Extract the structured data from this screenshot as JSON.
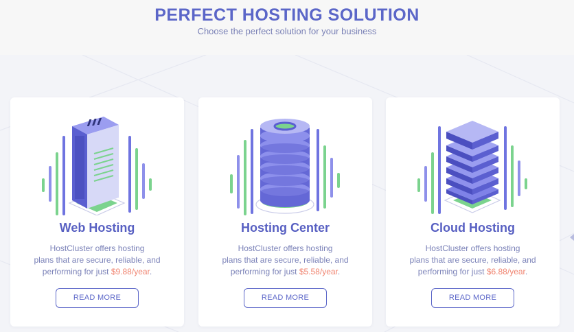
{
  "header": {
    "title": "PERFECT HOSTING SOLUTION",
    "subtitle": "Choose the perfect solution for your business"
  },
  "cards": [
    {
      "title": "Web Hosting",
      "desc_line1": "HostCluster offers hosting",
      "desc_line2": "plans that are secure, reliable, and",
      "desc_line3": "performing for just ",
      "price": "$9.88/year",
      "desc_end": ".",
      "button": "READ MORE",
      "icon": "server-tower-icon"
    },
    {
      "title": "Hosting Center",
      "desc_line1": "HostCluster offers hosting",
      "desc_line2": "plans that are secure, reliable, and",
      "desc_line3": "performing for just ",
      "price": "$5.58/year",
      "desc_end": ".",
      "button": "READ MORE",
      "icon": "database-cylinder-icon"
    },
    {
      "title": "Cloud Hosting",
      "desc_line1": "HostCluster offers hosting",
      "desc_line2": "plans that are secure, reliable, and",
      "desc_line3": "performing for just ",
      "price": "$6.88/year",
      "desc_end": ".",
      "button": "READ MORE",
      "icon": "cloud-stack-icon"
    }
  ],
  "colors": {
    "accent": "#5b66c8",
    "price": "#f08470",
    "green": "#7bd38e",
    "violet": "#8e90ea"
  }
}
